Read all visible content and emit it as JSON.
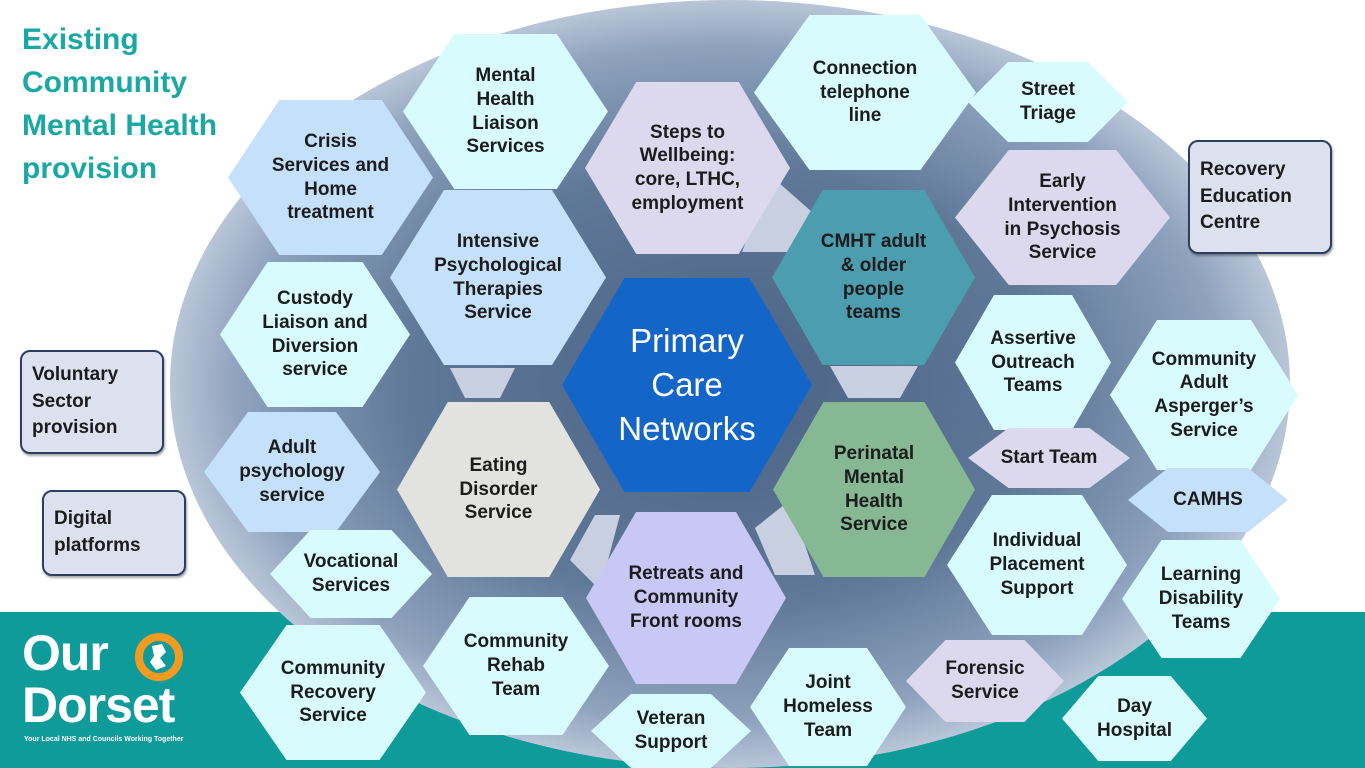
{
  "title": "Existing\nCommunity\nMental Health\nprovision",
  "center": "Primary\nCare\nNetworks",
  "inner_ring": {
    "steps": "Steps to\nWellbeing:\ncore, LTHC,\nemployment",
    "cmht": "CMHT adult\n& older\npeople\nteams",
    "perinatal": "Perinatal\nMental\nHealth\nService",
    "retreats": "Retreats and\nCommunity\nFront rooms",
    "eating": "Eating\nDisorder\nService",
    "iapt": "Intensive\nPsychological\nTherapies\nService"
  },
  "outer_ring": {
    "mhls": "Mental\nHealth\nLiaison\nServices",
    "connection": "Connection\ntelephone\nline",
    "street": "Street\nTriage",
    "eip": "Early\nIntervention\nin Psychosis\nService",
    "crisis": "Crisis\nServices and\nHome\ntreatment",
    "custody": "Custody\nLiaison and\nDiversion\nservice",
    "assertive": "Assertive\nOutreach\nTeams",
    "asperger": "Community\nAdult\nAsperger’s\nService",
    "adult_psych": "Adult\npsychology\nservice",
    "start": "Start Team",
    "camhs": "CAMHS",
    "vocational": "Vocational\nServices",
    "ips": "Individual\nPlacement\nSupport",
    "ld": "Learning\nDisability\nTeams",
    "comm_recovery": "Community\nRecovery\nService",
    "rehab": "Community\nRehab\nTeam",
    "veteran": "Veteran\nSupport",
    "joint": "Joint\nHomeless\nTeam",
    "forensic": "Forensic\nService",
    "day": "Day\nHospital"
  },
  "boxes": {
    "recovery_college": "Recovery\nEducation\nCentre",
    "voluntary": "Voluntary\nSector\nprovision",
    "digital": "Digital\nplatforms"
  },
  "logo": {
    "line1": "Our",
    "line2": "Dorset",
    "tagline": "Your Local NHS and Councils Working Together"
  },
  "colors": {
    "title": "#19a8a3",
    "band": "#0f9b9a",
    "light_cyan": "#d8fbfd",
    "light_blue": "#c5e0fa",
    "lavender": "#dcd8ee",
    "center": "#1465c8",
    "teal": "#4b9daf",
    "green": "#86b894",
    "grey": "#e2e2df",
    "violet": "#c9c7f5"
  }
}
